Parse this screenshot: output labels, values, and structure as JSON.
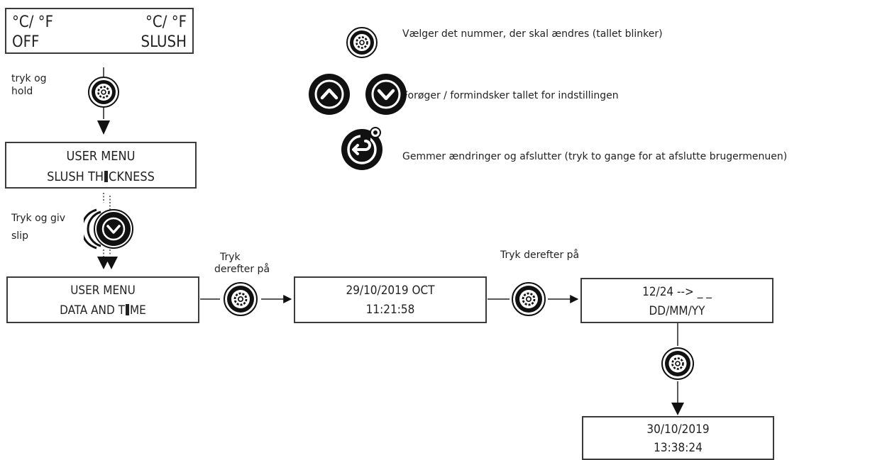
{
  "displays": {
    "start": {
      "left_top": "°C/ °F",
      "right_top": "°C/ °F",
      "left_bottom": "OFF",
      "right_bottom": "SLUSH"
    },
    "user_menu_1": {
      "line1": "USER MENU",
      "line2_a": "SLUSH  TH",
      "line2_b": "CKNESS"
    },
    "user_menu_2": {
      "line1": "USER MENU",
      "line2_a": "DATA AND T",
      "line2_b": "ME"
    },
    "date_time": {
      "line1": "29/10/2019 OCT",
      "line2": "11:21:58"
    },
    "format": {
      "line1": "12/24 --> _ _",
      "line2": "DD/MM/YY"
    },
    "result": {
      "line1": "30/10/2019",
      "line2": "13:38:24"
    }
  },
  "steps": {
    "press_hold_1": "tryk og",
    "press_hold_2": "hold",
    "press_release_1": "Tryk og giv",
    "press_release_2": "slip",
    "then_press_a_1": "Tryk",
    "then_press_a_2": "derefter på",
    "then_press_b": "Tryk derefter på"
  },
  "legend": {
    "select": "Vælger det nummer, der skal ændres (tallet blinker)",
    "up_down": "Forøger / formindsker tallet for indstillingen",
    "save_exit": "Gemmer ændringer og afslutter (tryk to gange for at afslutte brugermenuen)"
  },
  "icons": {
    "settings": "gear-icon",
    "up": "chevron-up-icon",
    "down": "chevron-down-icon",
    "back": "back-arrow-icon"
  },
  "colors": {
    "button_fill": "#111111",
    "line": "#222222",
    "lcd_border": "#3a3a3a"
  }
}
